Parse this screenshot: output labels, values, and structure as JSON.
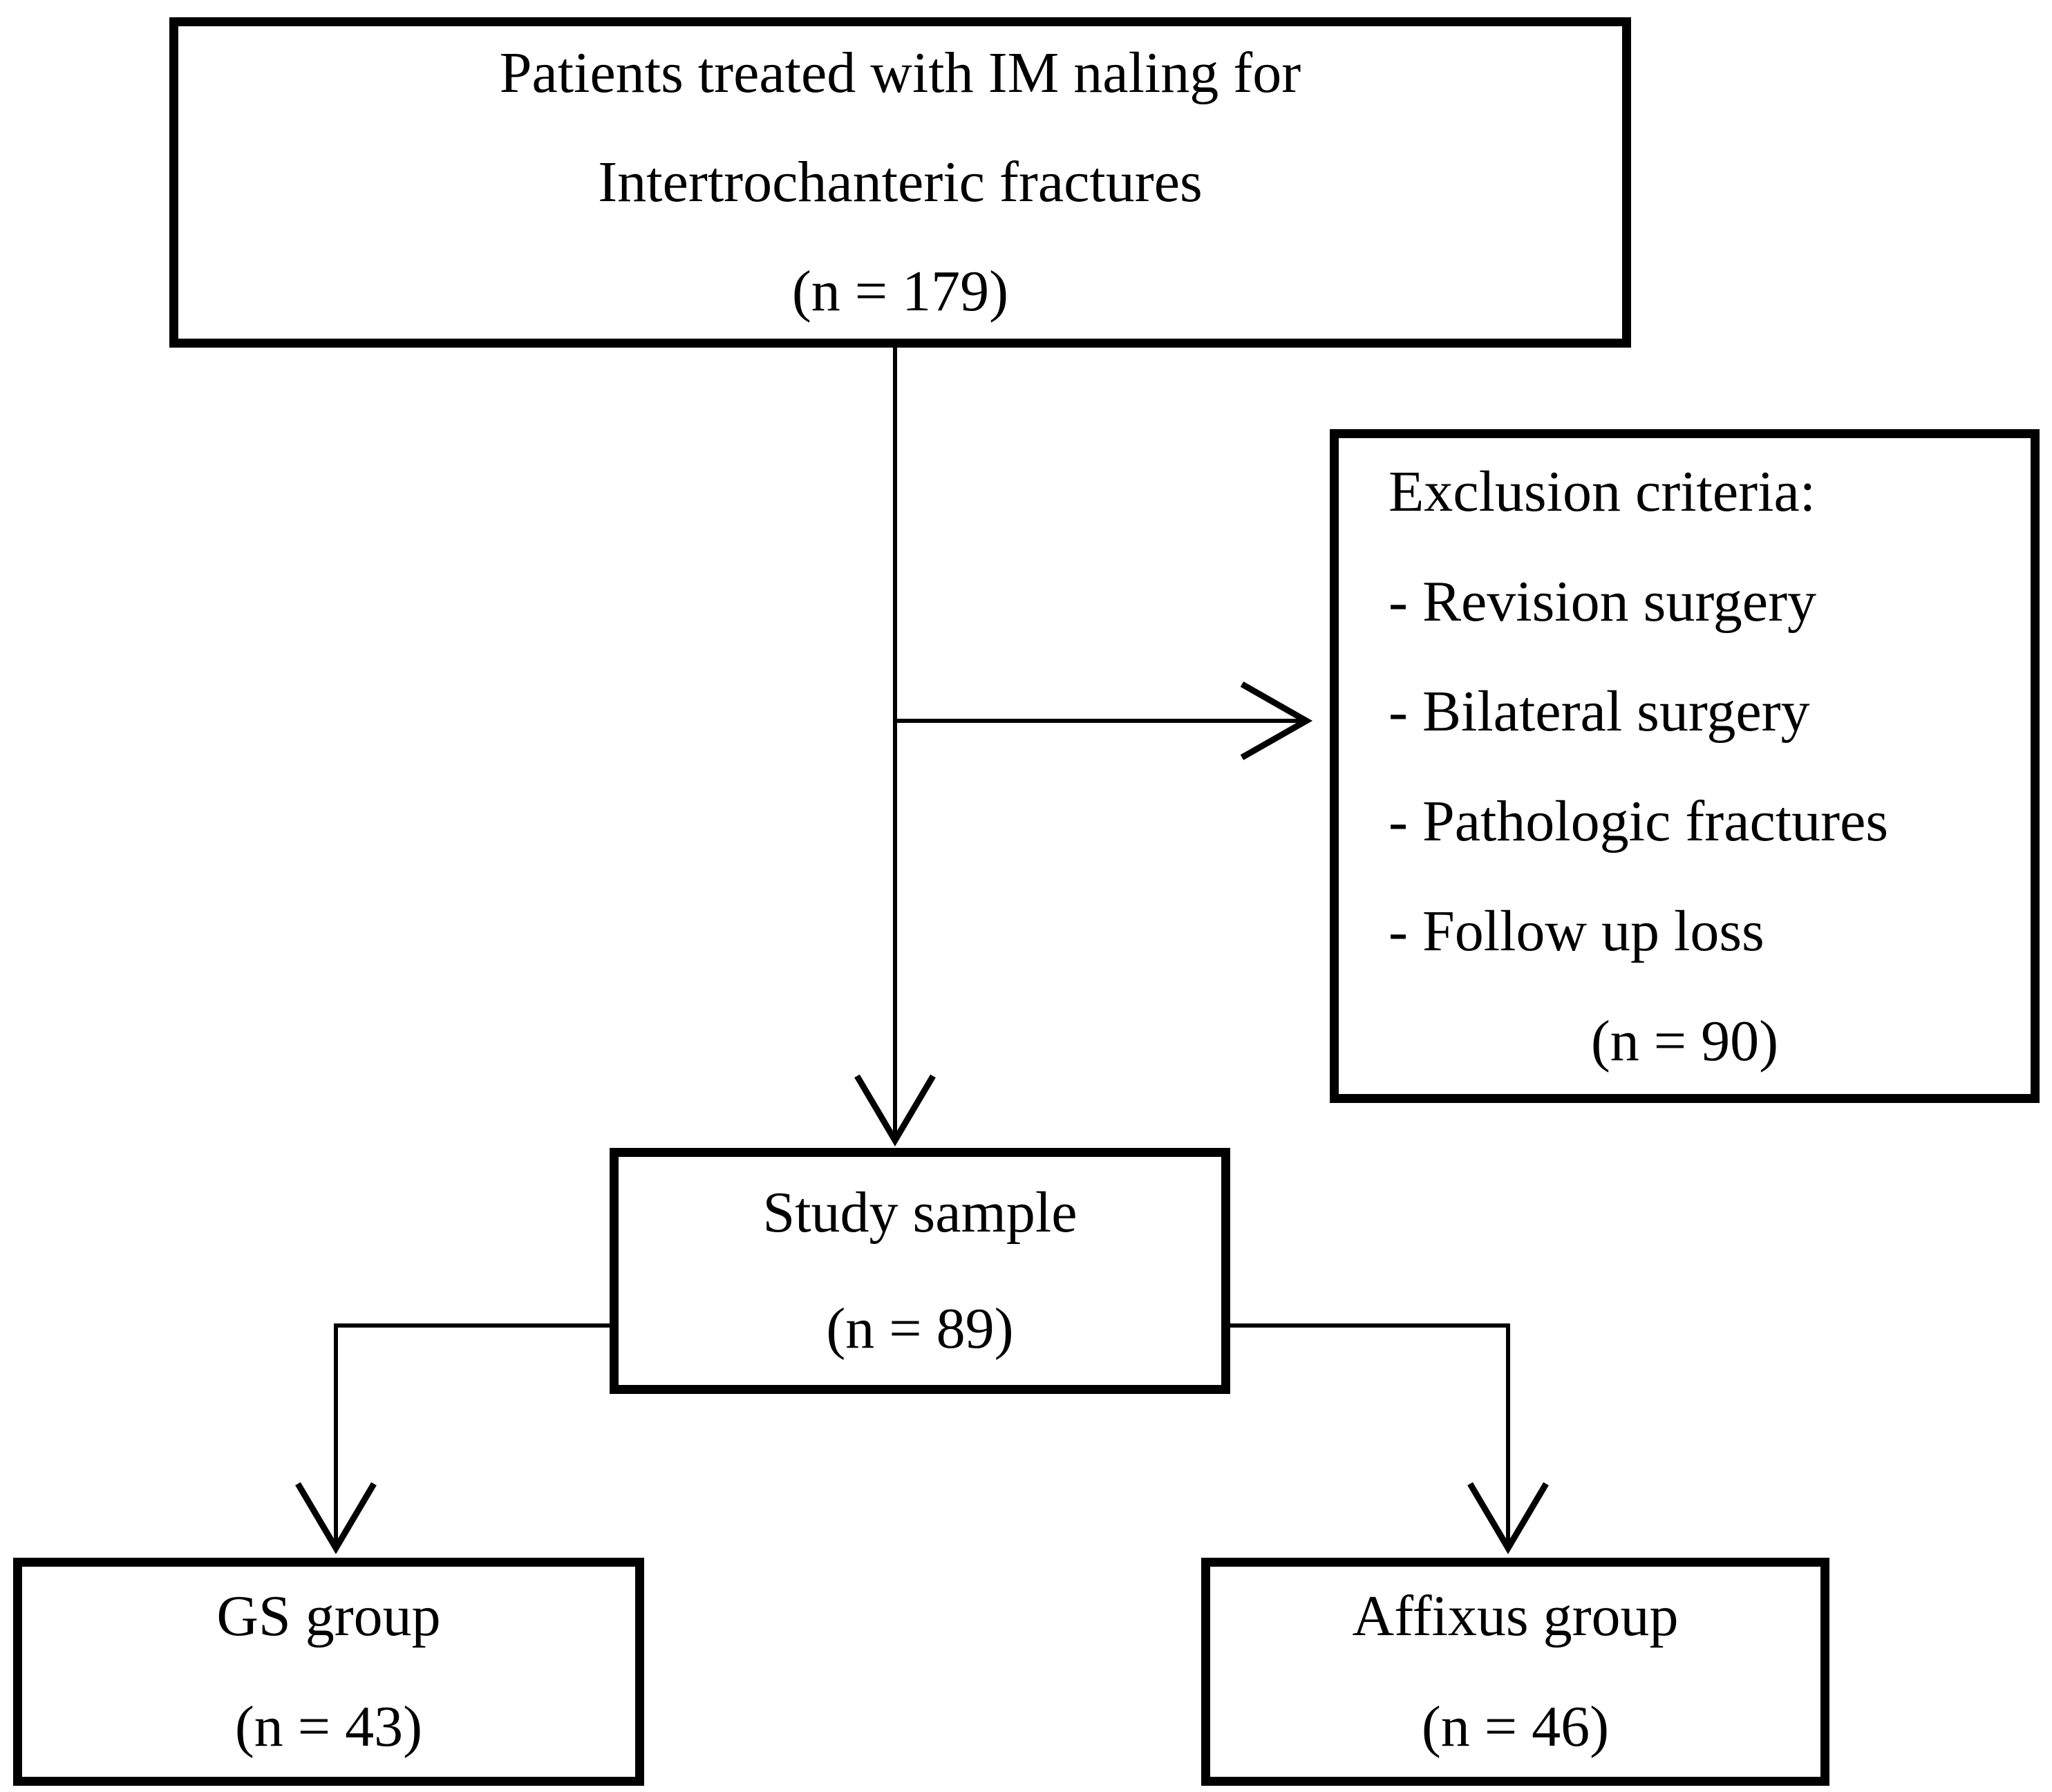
{
  "boxes": {
    "patients": {
      "line1": "Patients treated with IM naling for",
      "line2": "Intertrochanteric fractures",
      "n": "(n = 179)"
    },
    "exclusion": {
      "title": "Exclusion criteria:",
      "items": [
        "- Revision surgery",
        "- Bilateral surgery",
        "- Pathologic fractures",
        "- Follow up loss"
      ],
      "n": "(n = 90)"
    },
    "study": {
      "label": "Study sample",
      "n": "(n = 89)"
    },
    "gs": {
      "label": "GS group",
      "n": "(n = 43)"
    },
    "affixus": {
      "label": "Affixus group",
      "n": "(n = 46)"
    }
  },
  "colors": {
    "line": "#000000",
    "text": "#000000",
    "background": "#ffffff"
  }
}
